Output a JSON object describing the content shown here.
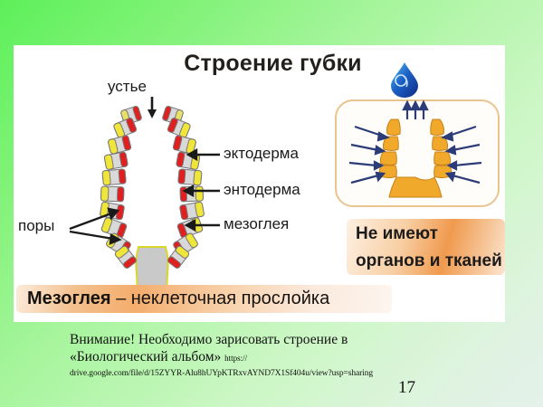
{
  "slide": {
    "background_top_color": "#5df05a",
    "background_bottom_color": "#e4f2ea",
    "page_number": "17"
  },
  "panel": {
    "title": "Строение губки",
    "labels": {
      "ustye": "устье",
      "ektoderma": "эктодерма",
      "entoderma": "энтодерма",
      "mezogleya": "мезоглея",
      "pory": "поры"
    },
    "banner_organs": {
      "line1": "Не имеют",
      "line2": "органов и тканей",
      "accent_color": "#f09a4e"
    },
    "banner_mezogleya": {
      "bold": "Мезоглея",
      "rest": " – неклеточная прослойка",
      "accent_color": "#f4ad6d"
    },
    "inset": {
      "border_color": "#e8c58f",
      "body_color": "#f0a92a",
      "arrow_color": "#2b3c78"
    },
    "sponge": {
      "ectoderm_color": "#f2e63a",
      "entoderm_color": "#e02020",
      "mesoglea_color": "#c9c9c9"
    },
    "drop": {
      "color": "#1b63c8"
    }
  },
  "caption": {
    "line1": "Внимание! Необходимо зарисовать строение в",
    "line2": "«Биологический альбом»",
    "url_head": "https://",
    "url": "drive.google.com/file/d/15ZYYR-Alu8hUYpKTRxvAYND7X1Sf404u/view?usp=sharing"
  }
}
